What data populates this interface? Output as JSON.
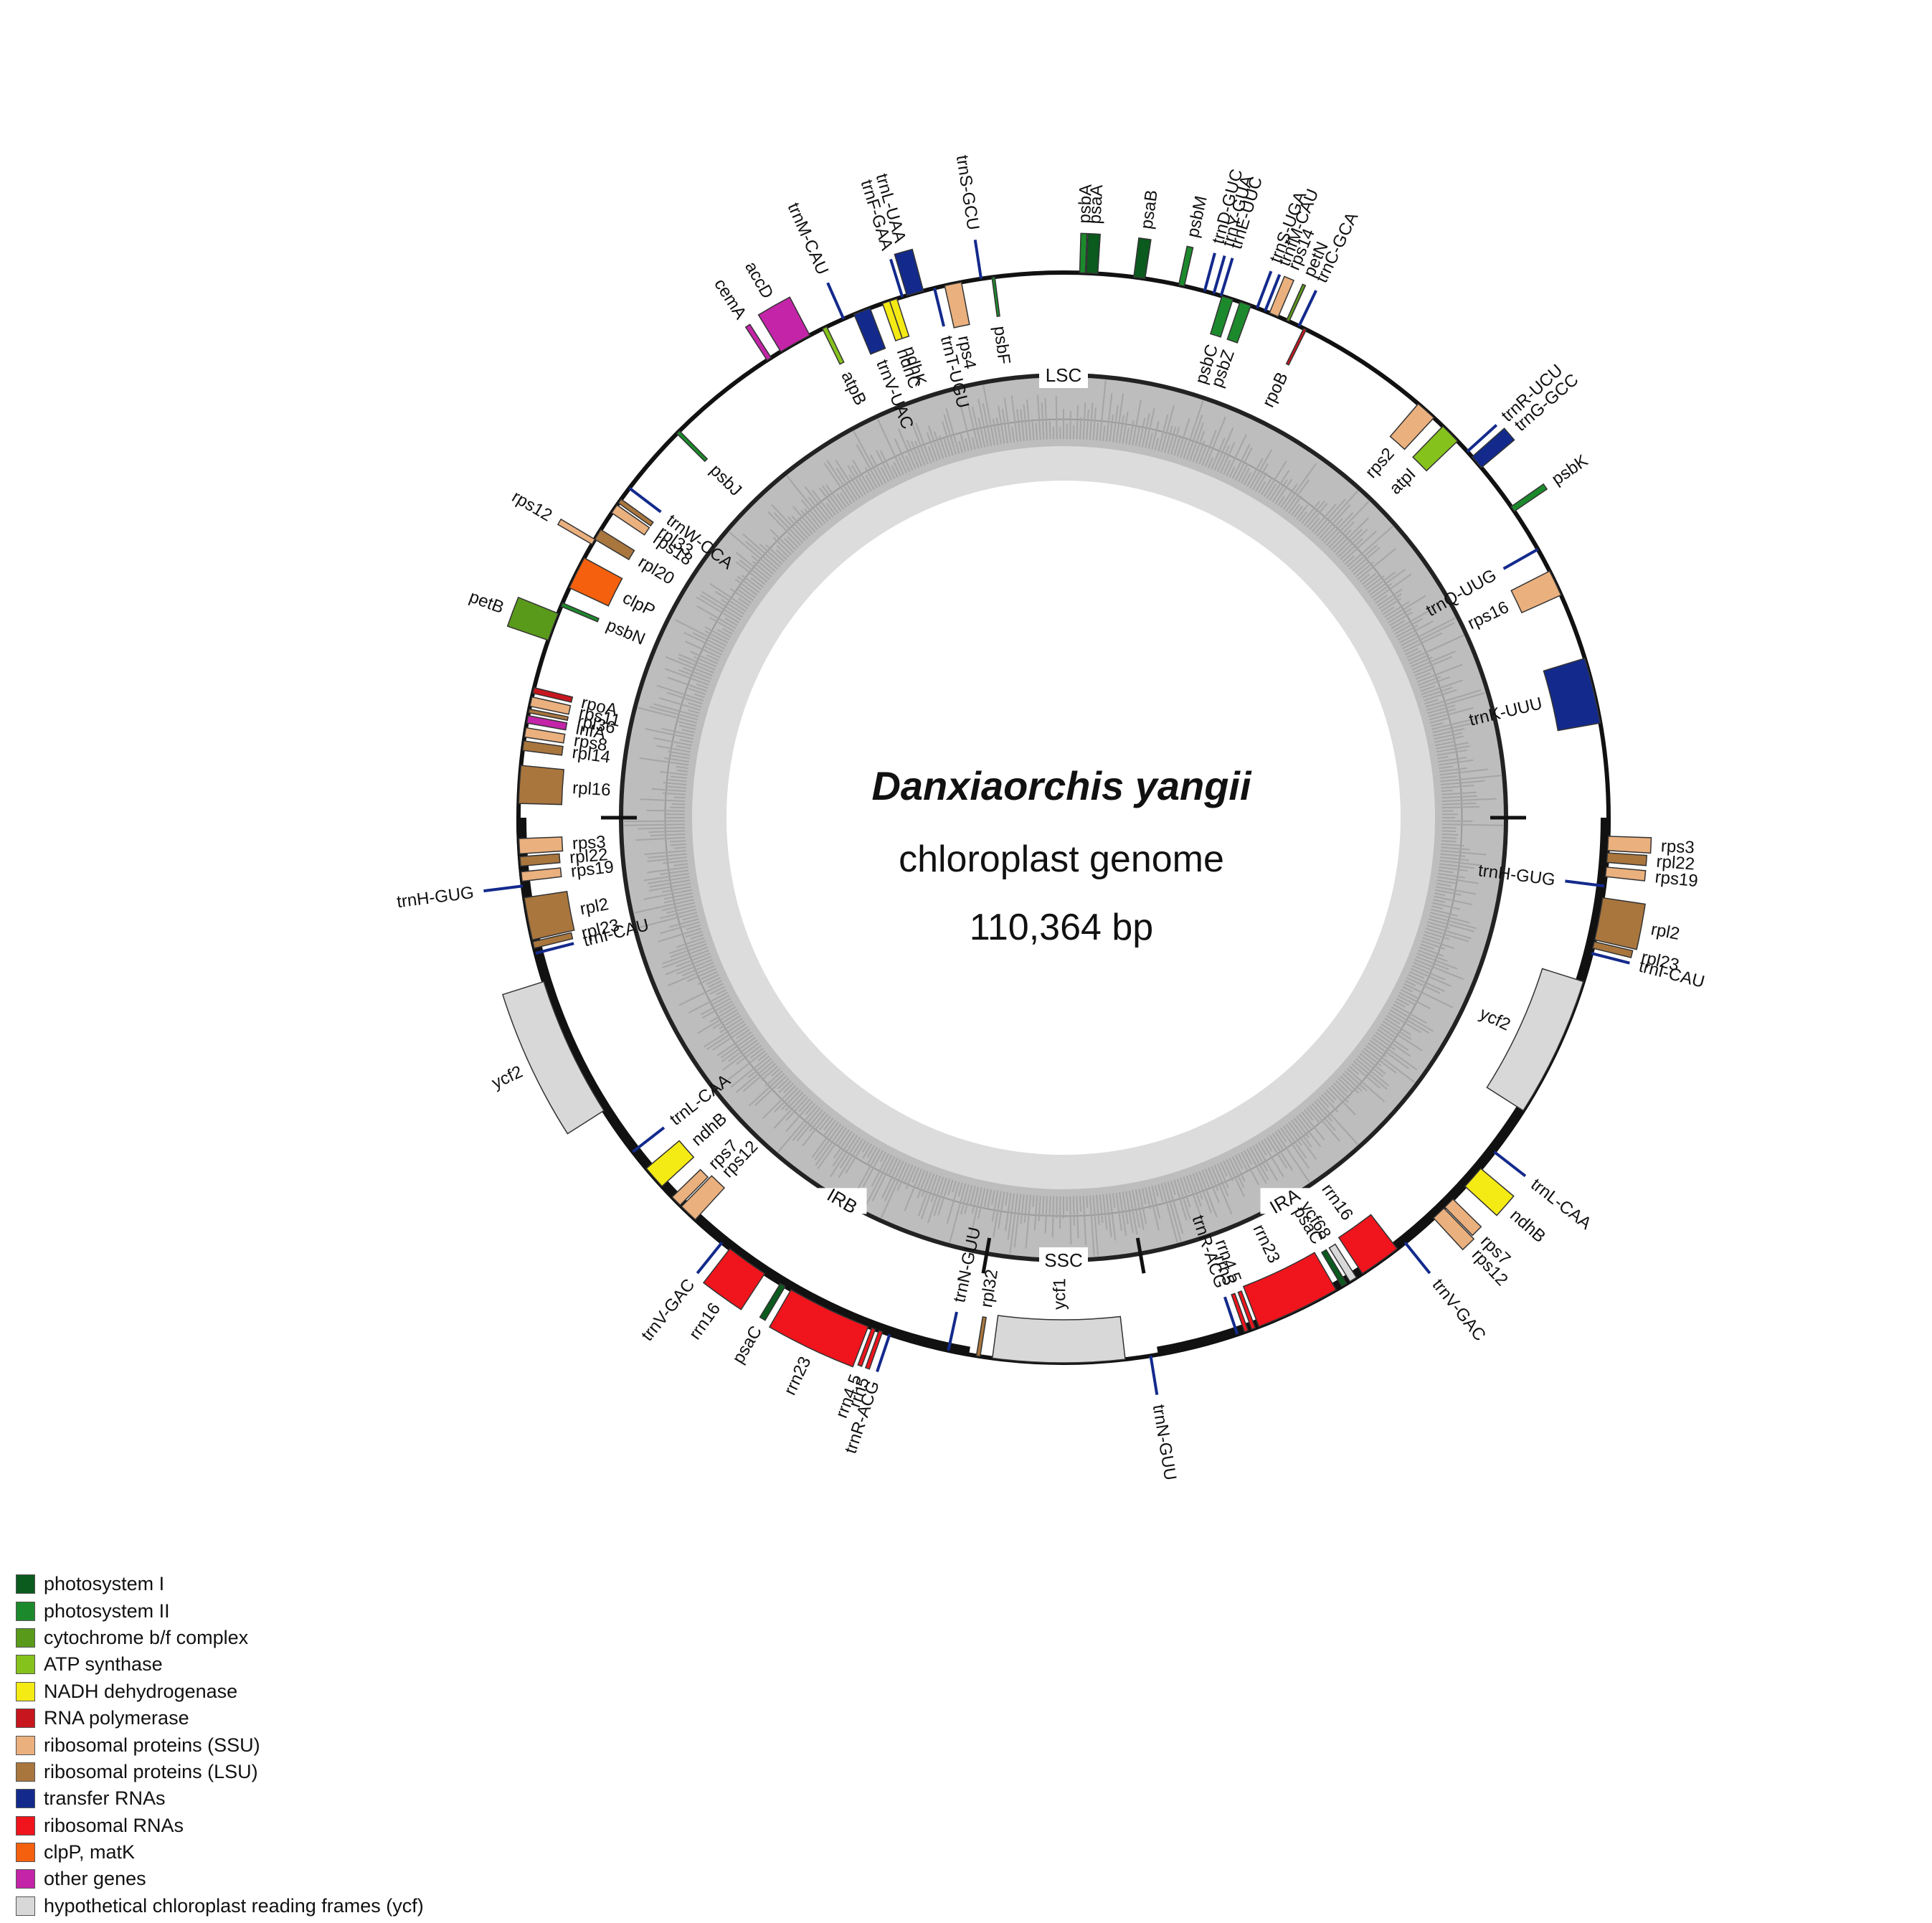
{
  "title": "Danxiaorchis yangii",
  "subtitle": "chloroplast genome",
  "size": "110,364 bp",
  "regions": [
    {
      "name": "LSC",
      "angle": 0
    },
    {
      "name": "IRA",
      "angle": 150
    },
    {
      "name": "SSC",
      "angle": 180
    },
    {
      "name": "IRB",
      "angle": 210
    }
  ],
  "region_ticks": [
    90,
    170,
    190,
    270
  ],
  "inverted_repeats": [
    [
      90,
      170
    ],
    [
      190,
      270
    ]
  ],
  "categories": {
    "psi": {
      "label": "photosystem I",
      "color": "#0b5a1e"
    },
    "psii": {
      "label": "photosystem II",
      "color": "#1c8a2c"
    },
    "cyt": {
      "label": "cytochrome b/f complex",
      "color": "#5a9a1a"
    },
    "atp": {
      "label": "ATP synthase",
      "color": "#86c21c"
    },
    "ndh": {
      "label": "NADH dehydrogenase",
      "color": "#f4ea14"
    },
    "rpo": {
      "label": "RNA polymerase",
      "color": "#c8161e"
    },
    "ssu": {
      "label": "ribosomal proteins (SSU)",
      "color": "#eab07e"
    },
    "lsu": {
      "label": "ribosomal proteins (LSU)",
      "color": "#a9763e"
    },
    "trna": {
      "label": "transfer RNAs",
      "color": "#132a8c"
    },
    "rrna": {
      "label": "ribosomal RNAs",
      "color": "#f0141c"
    },
    "clp": {
      "label": "clpP, matK",
      "color": "#f4600e"
    },
    "other": {
      "label": "other genes",
      "color": "#c424a8"
    },
    "ycf": {
      "label": "hypothetical chloroplast reading frames (ycf)",
      "color": "#d8d8d8"
    }
  },
  "legend_order": [
    "psi",
    "psii",
    "cyt",
    "atp",
    "ndh",
    "rpo",
    "ssu",
    "lsu",
    "trna",
    "rrna",
    "clp",
    "other",
    "ycf"
  ],
  "genes": [
    {
      "name": "psbA",
      "cat": "psii",
      "a": 2,
      "w": 0.6,
      "side": "out"
    },
    {
      "name": "psaA",
      "cat": "psi",
      "a": 3,
      "w": 1.2,
      "side": "out"
    },
    {
      "name": "psaB",
      "cat": "psi",
      "a": 8,
      "w": 1.2,
      "side": "out"
    },
    {
      "name": "psbM",
      "cat": "psii",
      "a": 12.5,
      "w": 0.6,
      "side": "out"
    },
    {
      "name": "trnD-GUC",
      "cat": "trna",
      "a": 15.0,
      "w": 0.3,
      "side": "out"
    },
    {
      "name": "trnY-GUA",
      "cat": "trna",
      "a": 16.0,
      "w": 0.3,
      "side": "out"
    },
    {
      "name": "trnE-UUC",
      "cat": "trna",
      "a": 16.8,
      "w": 0.3,
      "side": "out"
    },
    {
      "name": "psbC",
      "cat": "psii",
      "a": 17.5,
      "w": 1.2,
      "side": "in"
    },
    {
      "name": "psbZ",
      "cat": "psii",
      "a": 19.5,
      "w": 1.2,
      "side": "in"
    },
    {
      "name": "trnS-UGA",
      "cat": "trna",
      "a": 20.8,
      "w": 0.3,
      "side": "out"
    },
    {
      "name": "trnfM-CAU",
      "cat": "trna",
      "a": 21.7,
      "w": 0.3,
      "side": "out"
    },
    {
      "name": "rps14",
      "cat": "ssu",
      "a": 22.7,
      "w": 1.0,
      "side": "out"
    },
    {
      "name": "petN",
      "cat": "cyt",
      "a": 24.3,
      "w": 0.3,
      "side": "out"
    },
    {
      "name": "trnC-GCA",
      "cat": "trna",
      "a": 25.6,
      "w": 0.3,
      "side": "out"
    },
    {
      "name": "rpoB",
      "cat": "rpo",
      "a": 26.3,
      "w": 0.3,
      "side": "in"
    },
    {
      "name": "rps2",
      "cat": "ssu",
      "a": 41.7,
      "w": 2.2,
      "side": "in"
    },
    {
      "name": "atpI",
      "cat": "atp",
      "a": 45.2,
      "w": 2.2,
      "side": "in"
    },
    {
      "name": "trnR-UCU",
      "cat": "trna",
      "a": 47.8,
      "w": 0.3,
      "side": "out"
    },
    {
      "name": "trnG-GCC",
      "cat": "trna",
      "a": 49.3,
      "w": 1.5,
      "side": "out"
    },
    {
      "name": "psbK",
      "cat": "psii",
      "a": 55.5,
      "w": 0.6,
      "side": "out"
    },
    {
      "name": "trnQ-UUG",
      "cat": "trna",
      "a": 60.5,
      "w": 0.3,
      "side": "in"
    },
    {
      "name": "rps16",
      "cat": "ssu",
      "a": 64.5,
      "w": 2.8,
      "side": "in"
    },
    {
      "name": "trnK-UUU",
      "cat": "trna",
      "a": 76.5,
      "w": 7.0,
      "side": "in"
    },
    {
      "name": "rps3",
      "cat": "ssu",
      "a": 92.7,
      "w": 1.5,
      "side": "out"
    },
    {
      "name": "rpl22",
      "cat": "lsu",
      "a": 94.2,
      "w": 1.0,
      "side": "out"
    },
    {
      "name": "rps19",
      "cat": "ssu",
      "a": 95.7,
      "w": 1.0,
      "side": "out"
    },
    {
      "name": "trnH-GUG",
      "cat": "trna",
      "a": 97.2,
      "w": 0.3,
      "side": "in"
    },
    {
      "name": "rpl2",
      "cat": "lsu",
      "a": 100.7,
      "w": 4.5,
      "side": "out"
    },
    {
      "name": "rpl23",
      "cat": "lsu",
      "a": 103.5,
      "w": 0.7,
      "side": "out"
    },
    {
      "name": "trnI-CAU",
      "cat": "trna",
      "a": 104.4,
      "w": 0.3,
      "side": "out"
    },
    {
      "name": "ycf2",
      "cat": "ycf",
      "a": 115.0,
      "w": 15.0,
      "side": "in"
    },
    {
      "name": "trnL-CAA",
      "cat": "trna",
      "a": 127.8,
      "w": 0.3,
      "side": "out"
    },
    {
      "name": "ndhB",
      "cat": "ndh",
      "a": 131.3,
      "w": 2.5,
      "side": "out"
    },
    {
      "name": "rps7",
      "cat": "ssu",
      "a": 135.0,
      "w": 1.2,
      "side": "out"
    },
    {
      "name": "rps12",
      "cat": "ssu",
      "a": 136.5,
      "w": 1.5,
      "side": "out"
    },
    {
      "name": "trnV-GAC",
      "cat": "trna",
      "a": 141.2,
      "w": 0.3,
      "side": "out"
    },
    {
      "name": "rrn16",
      "cat": "rrna",
      "a": 144.5,
      "w": 4.5,
      "side": "in"
    },
    {
      "name": "ycf68",
      "cat": "ycf",
      "a": 147.9,
      "w": 0.8,
      "side": "in"
    },
    {
      "name": "psaC",
      "cat": "psi",
      "a": 149.0,
      "w": 0.6,
      "side": "in"
    },
    {
      "name": "rrn23",
      "cat": "rrna",
      "a": 154.5,
      "w": 9.0,
      "side": "in"
    },
    {
      "name": "rrn4.5",
      "cat": "rrna",
      "a": 159.6,
      "w": 0.4,
      "side": "in"
    },
    {
      "name": "rrn5",
      "cat": "rrna",
      "a": 160.4,
      "w": 0.4,
      "side": "in"
    },
    {
      "name": "trnR-ACG",
      "cat": "trna",
      "a": 161.4,
      "w": 0.3,
      "side": "in"
    },
    {
      "name": "trnN-GUU",
      "cat": "trna",
      "a": 170.8,
      "w": 0.3,
      "side": "out"
    },
    {
      "name": "ycf1",
      "cat": "ycf",
      "a": 180.5,
      "w": 14.0,
      "side": "in"
    },
    {
      "name": "rpl32",
      "cat": "lsu",
      "a": 189.0,
      "w": 0.4,
      "side": "in"
    },
    {
      "name": "trnN-GUU",
      "cat": "trna",
      "a": 192.2,
      "w": 0.3,
      "side": "in"
    },
    {
      "name": "trnR-ACG",
      "cat": "trna",
      "a": 198.6,
      "w": 0.3,
      "side": "out"
    },
    {
      "name": "rrn5",
      "cat": "rrna",
      "a": 199.6,
      "w": 0.4,
      "side": "out"
    },
    {
      "name": "rrn4.5",
      "cat": "rrna",
      "a": 200.4,
      "w": 0.4,
      "side": "out"
    },
    {
      "name": "rrn23",
      "cat": "rrna",
      "a": 205.5,
      "w": 9.0,
      "side": "out"
    },
    {
      "name": "psaC",
      "cat": "psi",
      "a": 211.0,
      "w": 0.6,
      "side": "out"
    },
    {
      "name": "rrn16",
      "cat": "rrna",
      "a": 215.5,
      "w": 4.5,
      "side": "out"
    },
    {
      "name": "trnV-GAC",
      "cat": "trna",
      "a": 218.8,
      "w": 0.3,
      "side": "out"
    },
    {
      "name": "rps12",
      "cat": "ssu",
      "a": 223.5,
      "w": 2.0,
      "side": "in"
    },
    {
      "name": "rps7",
      "cat": "ssu",
      "a": 225.3,
      "w": 1.2,
      "side": "in"
    },
    {
      "name": "ndhB",
      "cat": "ndh",
      "a": 228.7,
      "w": 2.5,
      "side": "in"
    },
    {
      "name": "trnL-CAA",
      "cat": "trna",
      "a": 232.2,
      "w": 0.3,
      "side": "in"
    },
    {
      "name": "ycf2",
      "cat": "ycf",
      "a": 245.0,
      "w": 15.0,
      "side": "out"
    },
    {
      "name": "trnI-CAU",
      "cat": "trna",
      "a": 255.6,
      "w": 0.3,
      "side": "in"
    },
    {
      "name": "rpl23",
      "cat": "lsu",
      "a": 256.5,
      "w": 0.7,
      "side": "in"
    },
    {
      "name": "rpl2",
      "cat": "lsu",
      "a": 259.3,
      "w": 4.5,
      "side": "in"
    },
    {
      "name": "trnH-GUG",
      "cat": "trna",
      "a": 262.8,
      "w": 0.3,
      "side": "out"
    },
    {
      "name": "rps19",
      "cat": "ssu",
      "a": 263.8,
      "w": 1.0,
      "side": "in"
    },
    {
      "name": "rpl22",
      "cat": "lsu",
      "a": 265.4,
      "w": 1.0,
      "side": "in"
    },
    {
      "name": "rps3",
      "cat": "ssu",
      "a": 267.0,
      "w": 1.6,
      "side": "in"
    },
    {
      "name": "rpl16",
      "cat": "lsu",
      "a": 273.5,
      "w": 4.0,
      "side": "in"
    },
    {
      "name": "rpl14",
      "cat": "lsu",
      "a": 277.6,
      "w": 1.0,
      "side": "in"
    },
    {
      "name": "rps8",
      "cat": "ssu",
      "a": 279.0,
      "w": 1.0,
      "side": "in"
    },
    {
      "name": "infA",
      "cat": "other",
      "a": 280.4,
      "w": 0.8,
      "side": "in"
    },
    {
      "name": "rpl36",
      "cat": "lsu",
      "a": 281.3,
      "w": 0.4,
      "side": "in"
    },
    {
      "name": "rps11",
      "cat": "ssu",
      "a": 282.3,
      "w": 1.0,
      "side": "in"
    },
    {
      "name": "rpoA",
      "cat": "rpo",
      "a": 283.5,
      "w": 0.6,
      "side": "in"
    },
    {
      "name": "petB",
      "cat": "cyt",
      "a": 290.5,
      "w": 3.0,
      "side": "out"
    },
    {
      "name": "psbN",
      "cat": "psii",
      "a": 293.0,
      "w": 0.4,
      "side": "in"
    },
    {
      "name": "clpP",
      "cat": "clp",
      "a": 296.7,
      "w": 3.5,
      "side": "in"
    },
    {
      "name": "rps12",
      "cat": "ssu",
      "a": 300.4,
      "w": 0.6,
      "side": "out"
    },
    {
      "name": "rpl20",
      "cat": "lsu",
      "a": 301.3,
      "w": 1.2,
      "side": "in"
    },
    {
      "name": "rps18",
      "cat": "ssu",
      "a": 304.5,
      "w": 1.0,
      "side": "in"
    },
    {
      "name": "rpl33",
      "cat": "lsu",
      "a": 305.5,
      "w": 0.5,
      "side": "in"
    },
    {
      "name": "trnW-CCA",
      "cat": "trna",
      "a": 307.2,
      "w": 0.3,
      "side": "in"
    },
    {
      "name": "psbJ",
      "cat": "psii",
      "a": 315.0,
      "w": 0.4,
      "side": "in"
    },
    {
      "name": "cemA",
      "cat": "other",
      "a": 327.3,
      "w": 0.5,
      "side": "out"
    },
    {
      "name": "accD",
      "cat": "other",
      "a": 330.5,
      "w": 3.5,
      "side": "out"
    },
    {
      "name": "atpB",
      "cat": "atp",
      "a": 334.0,
      "w": 0.5,
      "side": "in"
    },
    {
      "name": "trnM-CAU",
      "cat": "trna",
      "a": 336.2,
      "w": 0.3,
      "side": "out"
    },
    {
      "name": "trnV-UAC",
      "cat": "trna",
      "a": 338.3,
      "w": 1.8,
      "side": "in"
    },
    {
      "name": "ndhC",
      "cat": "ndh",
      "a": 341.0,
      "w": 0.8,
      "side": "in"
    },
    {
      "name": "ndhK",
      "cat": "ndh",
      "a": 341.8,
      "w": 0.8,
      "side": "in"
    },
    {
      "name": "trnF-GAA",
      "cat": "trna",
      "a": 342.8,
      "w": 0.3,
      "side": "out"
    },
    {
      "name": "trnL-UAA",
      "cat": "trna",
      "a": 344.2,
      "w": 1.8,
      "side": "out"
    },
    {
      "name": "trnT-UGU",
      "cat": "trna",
      "a": 346.3,
      "w": 0.3,
      "side": "in"
    },
    {
      "name": "rps4",
      "cat": "ssu",
      "a": 348.3,
      "w": 1.8,
      "side": "in"
    },
    {
      "name": "trnS-GCU",
      "cat": "trna",
      "a": 351.3,
      "w": 0.3,
      "side": "out"
    },
    {
      "name": "psbF",
      "cat": "psii",
      "a": 352.6,
      "w": 0.3,
      "side": "in"
    }
  ]
}
